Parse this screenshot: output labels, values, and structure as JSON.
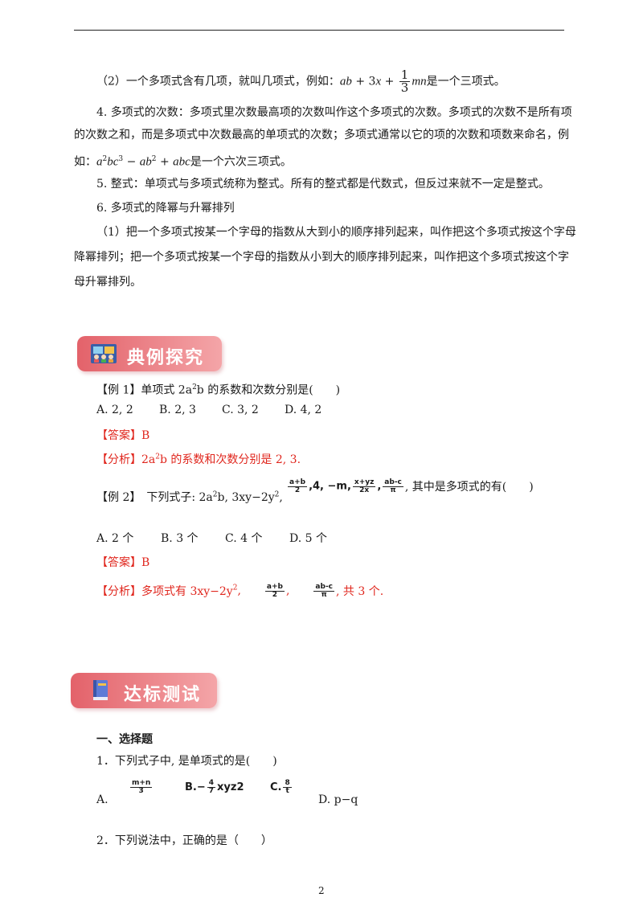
{
  "page_number": "2",
  "theory": {
    "item2_prefix": "（2）一个多项式含有几项，就叫几项式，例如：",
    "item2_suffix": "是一个三项式。",
    "item2_expr": {
      "a": "ab",
      "op1": " + 3",
      "b": "x",
      "op2": " + ",
      "frac_num": "1",
      "frac_den": "3",
      "c": "mn"
    },
    "deg_line1": "4. 多项式的次数：多项式里次数最高项的次数叫作这个多项式的次数。多项式的次数不是所有项",
    "deg_line2": "的次数之和，而是多项式中次数最高的单项式的次数；多项式通常以它的项的次数和项数来命名，例",
    "deg_line3_prefix": "如：",
    "deg_line3_suffix": "是一个六次三项式。",
    "deg_expr": {
      "p1": "a",
      "e1": "2",
      "p2": "bc",
      "e2": "3",
      "op1": " − ",
      "p3": "ab",
      "e3": "2",
      "op2": " + ",
      "p4": "abc"
    },
    "zs": "5. 整式：单项式与多项式统称为整式。所有的整式都是代数式，但反过来就不一定是整式。",
    "heading6": "6. 多项式的降幂与升幂排列",
    "p6_line1": "（1）把一个多项式按某一个字母的指数从大到小的顺序排列起来，叫作把这个多项式按这个字母",
    "p6_line2": "降幂排列；把一个多项式按某一个字母的指数从小到大的顺序排列起来，叫作把这个多项式按这个字",
    "p6_line3": "母升幂排列。"
  },
  "banner_examples": {
    "title": "典例探究",
    "icon": "people-presentation-icon"
  },
  "example1": {
    "q_pre": "【例 1】单项式 2a",
    "q_sup": "2",
    "q_post": "b 的系数和次数分别是(　　)",
    "options": [
      "A. 2, 2",
      "B. 2, 3",
      "C. 3, 2",
      "D. 4, 2"
    ],
    "answer": "【答案】B",
    "analysis_pre": "【分析】2a",
    "analysis_sup": "2",
    "analysis_post": "b 的系数和次数分别是 2, 3."
  },
  "example2": {
    "q_pre": "【例 2】　下列式子: 2a",
    "q_sup1": "2",
    "q_mid": "b, 3xy−2y",
    "q_sup2": "2",
    "q_comma": ",",
    "f1_num": "a+b",
    "f1_den": "2",
    "mid_terms": ",4, −m,",
    "f2_num": "x+yz",
    "f2_den": "2x",
    "f3_num": "ab-c",
    "f3_den": "π",
    "q_post": ", 其中是多项式的有(　　)",
    "options": [
      "A. 2 个",
      "B. 3 个",
      "C. 4 个",
      "D. 5 个"
    ],
    "answer": "【答案】B",
    "analysis_pre": "【分析】多项式有 3xy−2y",
    "analysis_sup": "2",
    "analysis_c1": ",",
    "af1_num": "a+b",
    "af1_den": "2",
    "analysis_c2": ",",
    "af2_num": "ab-c",
    "af2_den": "π",
    "analysis_post": ", 共 3 个."
  },
  "banner_test": {
    "title": "达标测试",
    "icon": "book-icon"
  },
  "section1": {
    "title": "一、选择题",
    "q1": "1．下列式子中, 是单项式的是(　　)",
    "q1_options": {
      "a_label": "A.",
      "a_num": "m+n",
      "a_den": "3",
      "b_label": "B.",
      "b_sign": "−",
      "b_num": "4",
      "b_den": "7",
      "b_post": "xyz2",
      "c_label": "C.",
      "c_num": "8",
      "c_den": "t",
      "d": "D. p−q"
    },
    "q2": "2．下列说法中，正确的是（　　）"
  },
  "colors": {
    "answer_red": "#e0261d",
    "banner_from": "#e3626a",
    "banner_to": "#f4a5a8"
  }
}
